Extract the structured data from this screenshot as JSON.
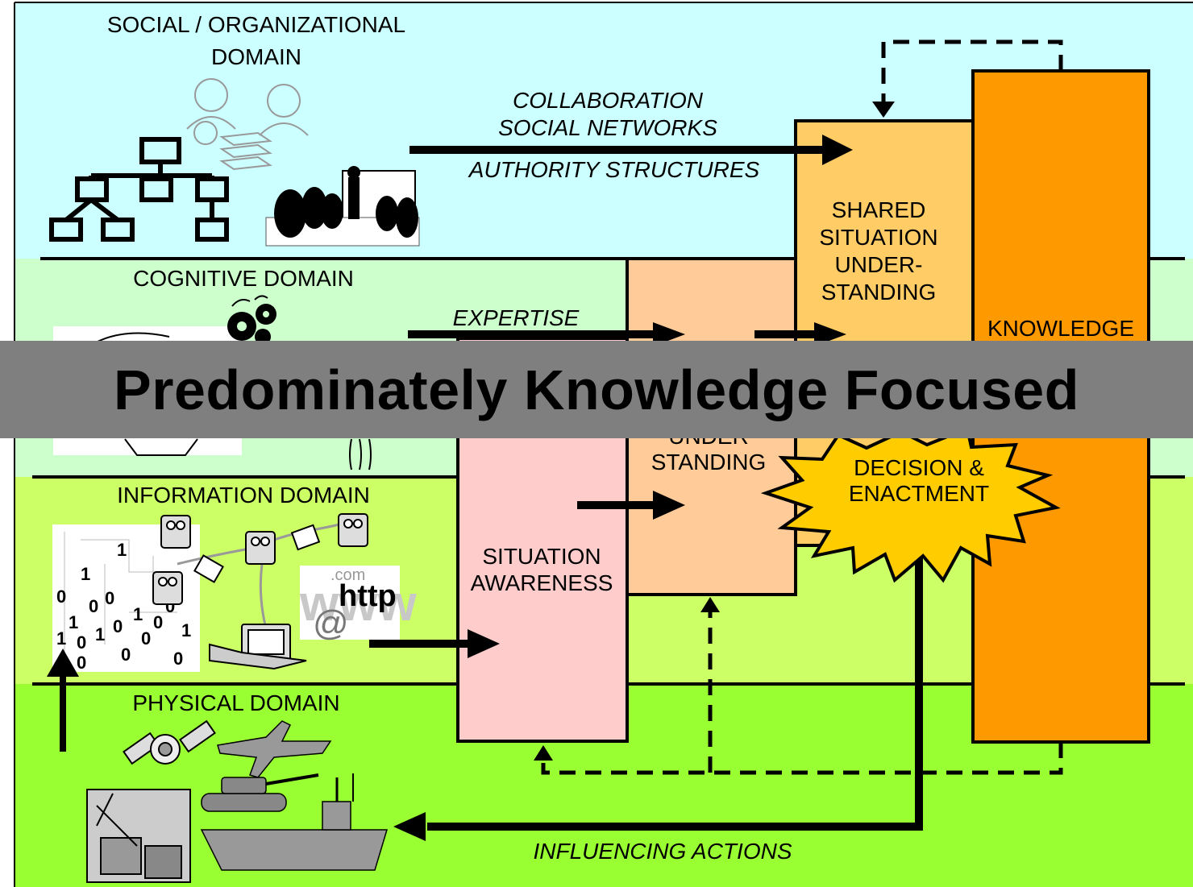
{
  "domains": {
    "social": "SOCIAL / ORGANIZATIONAL",
    "social_line2": "DOMAIN",
    "cognitive": "COGNITIVE DOMAIN",
    "information": "INFORMATION DOMAIN",
    "physical": "PHYSICAL DOMAIN"
  },
  "flow_labels": {
    "collaboration": "COLLABORATION",
    "social_networks": "SOCIAL NETWORKS",
    "authority": "AUTHORITY STRUCTURES",
    "expertise": "EXPERTISE",
    "influencing": "INFLUENCING ACTIONS"
  },
  "boxes": {
    "situation_awareness": [
      "SITUATION",
      "AWARENESS"
    ],
    "understanding": [
      "UNDER",
      "STANDING"
    ],
    "shared_understanding": [
      "SHARED",
      "SITUATION",
      "UNDER-",
      "STANDING"
    ],
    "knowledge": "KNOWLEDGE",
    "decision": [
      "DECISION &",
      "ENACTMENT"
    ]
  },
  "clipart_text": {
    "http": "http",
    "at": "@",
    "com": ".com",
    "www": "www"
  },
  "banner": "Predominately Knowledge Focused",
  "colors": {
    "social_band": "#ccffff",
    "cognitive_band": "#ccffcc",
    "information_band": "#ccff66",
    "physical_band": "#99ff33",
    "situation_awareness": "#ffcccc",
    "understanding": "#ffcc99",
    "shared_understanding": "#ffcc66",
    "knowledge": "#ff9900",
    "decision": "#ffcc00",
    "banner": "#7f7f7f"
  }
}
